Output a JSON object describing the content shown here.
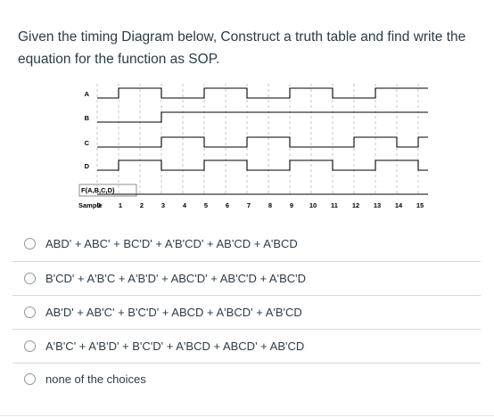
{
  "question": {
    "text": "Given the timing Diagram below, Construct a truth table and find write the equation for the function as SOP."
  },
  "timing_diagram": {
    "signals": [
      {
        "label": "A",
        "levels": [
          0,
          1,
          1,
          0,
          0,
          1,
          1,
          0,
          0,
          1,
          1,
          0,
          0,
          1,
          1,
          1
        ]
      },
      {
        "label": "B",
        "levels": [
          0,
          0,
          0,
          1,
          1,
          1,
          1,
          1,
          1,
          1,
          1,
          1,
          1,
          1,
          1,
          1
        ]
      },
      {
        "label": "C",
        "levels": [
          0,
          0,
          0,
          1,
          1,
          0,
          0,
          1,
          1,
          0,
          0,
          0,
          1,
          1,
          0,
          1
        ]
      },
      {
        "label": "D",
        "levels": [
          0,
          1,
          1,
          0,
          0,
          1,
          1,
          0,
          0,
          1,
          1,
          0,
          0,
          1,
          1,
          0
        ]
      },
      {
        "label": "F(A,B,C,D)",
        "levels": [
          0,
          0,
          0,
          0,
          0,
          0,
          0,
          0,
          0,
          0,
          0,
          0,
          0,
          0,
          0,
          0
        ]
      }
    ],
    "sample_label": "Sample",
    "samples": [
      "0",
      "1",
      "2",
      "3",
      "4",
      "5",
      "6",
      "7",
      "8",
      "9",
      "10",
      "11",
      "12",
      "13",
      "14",
      "15"
    ]
  },
  "options": [
    {
      "label": "ABD' + ABC' + BC'D' + A'B'CD' + AB'CD + A'BCD"
    },
    {
      "label": "B'CD' + A'B'C + A'B'D' + ABC'D' + AB'C'D + A'BC'D"
    },
    {
      "label": "AB'D' + AB'C' + B'C'D' + ABCD + A'BCD' + A'B'CD"
    },
    {
      "label": "A'B'C' + A'B'D' + B'C'D' + A'BCD + ABCD' + AB'CD"
    },
    {
      "label": "none of the choices"
    }
  ],
  "colors": {
    "text": "#2d3b45",
    "waveform": "#000000",
    "divider": "#d6d9dc",
    "gridline": "#b8b8b8"
  }
}
